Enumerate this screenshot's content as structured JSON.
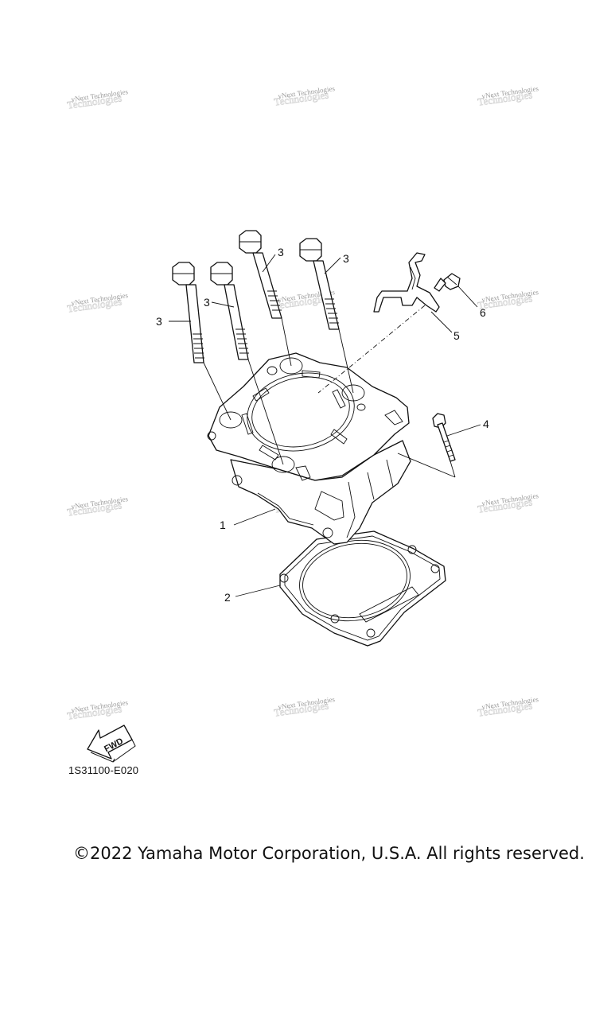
{
  "watermark": {
    "text": "vNext Technologies"
  },
  "callouts": {
    "cylinder": "1",
    "gasket": "2",
    "stud_bolt": "3",
    "bolt": "4",
    "bracket": "5",
    "screw": "6"
  },
  "fwd_label": "FWD",
  "diagram_code": "1S31100-E020",
  "copyright": "©2022 Yamaha Motor Corporation, U.S.A. All rights reserved."
}
